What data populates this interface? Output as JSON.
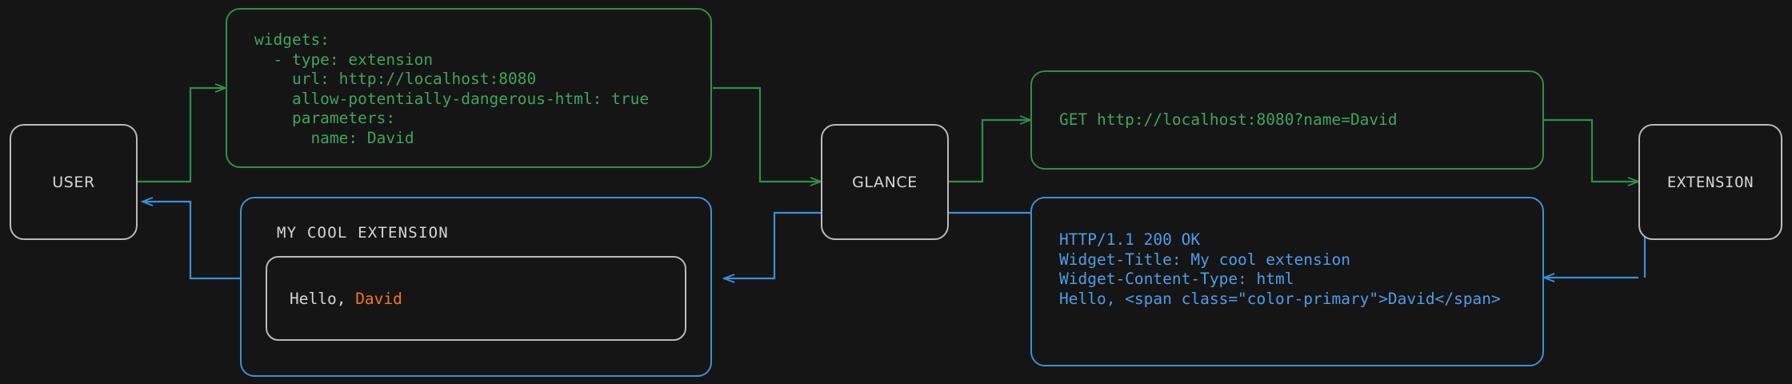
{
  "page": {
    "title": "Glance extension widget flow diagram",
    "background": "#151515"
  },
  "colors": {
    "background": "#151515",
    "node_border": "#b9b9b9",
    "node_text": "#d6d6d6",
    "request_green": "#3ea55a",
    "request_green_border": "#2f8f46",
    "response_blue": "#4a9eea",
    "response_blue_border": "#3d8fd6",
    "accent_orange": "#f0732a"
  },
  "nodes": {
    "user": {
      "label": "USER"
    },
    "glance": {
      "label": "GLANCE"
    },
    "extension": {
      "label": "EXTENSION"
    }
  },
  "config_block": {
    "line1": "widgets:",
    "line2": "  - type: extension",
    "line3": "    url: http://localhost:8080",
    "line4": "    allow-potentially-dangerous-html: true",
    "line5": "    parameters:",
    "line6": "      name: David"
  },
  "request_block": {
    "line1": "GET http://localhost:8080?name=David"
  },
  "response_block": {
    "line1": "HTTP/1.1 200 OK",
    "line2": "Widget-Title: My cool extension",
    "line3": "Widget-Content-Type: html",
    "line4": "",
    "line5": "Hello, <span class=\"color-primary\">David</span>"
  },
  "widget_render": {
    "title": "MY COOL EXTENSION",
    "greeting_prefix": "Hello, ",
    "greeting_name": "David"
  }
}
